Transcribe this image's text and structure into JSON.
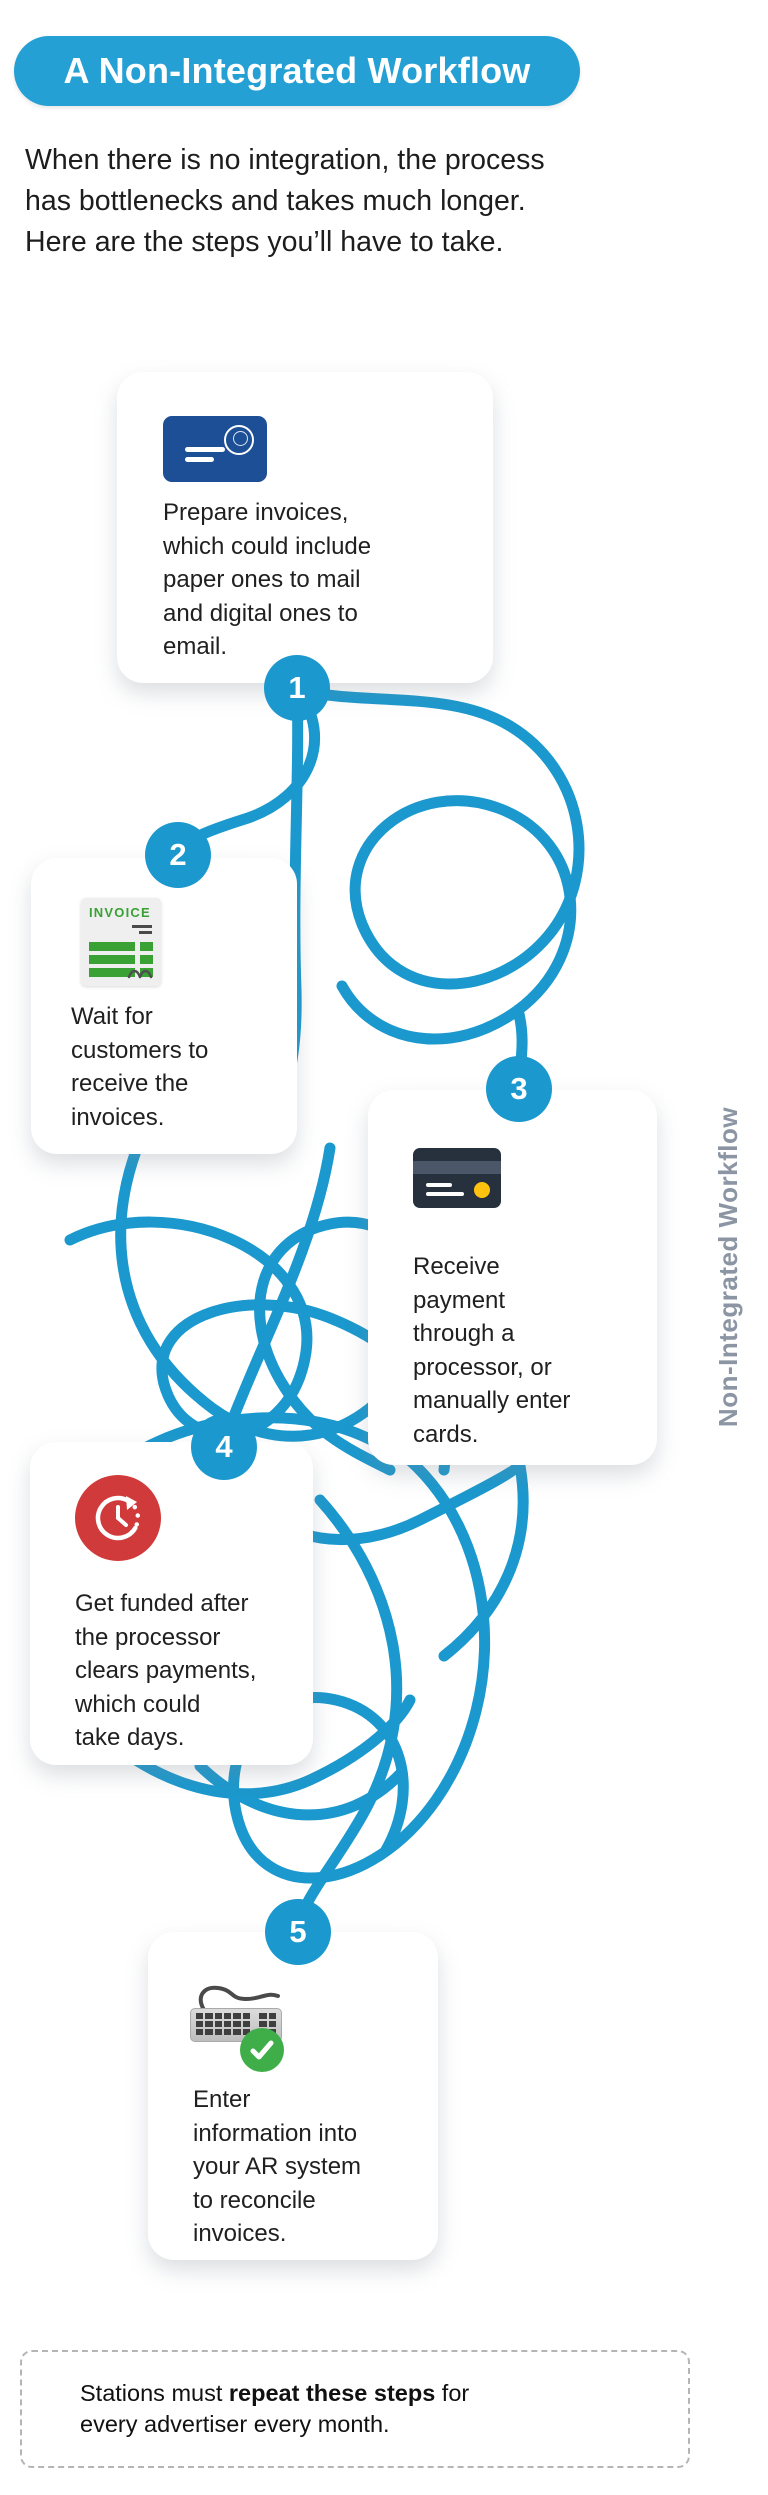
{
  "header": {
    "pill_label": "A Non-Integrated Workflow"
  },
  "intro": {
    "lines": [
      "When there is no integration, the process",
      "has bottlenecks and takes much longer.",
      "Here are the steps you’ll have to take."
    ]
  },
  "side_label": {
    "text": "Non-Integrated Workflow"
  },
  "workflow": {
    "steps": [
      {
        "number": "1",
        "icon": "envelope-icon",
        "lines": [
          "Prepare invoices,",
          "which could include",
          "paper ones to mail",
          "and digital ones to",
          "email."
        ]
      },
      {
        "number": "2",
        "icon": "invoice-document-icon",
        "invoice_label": "INVOICE",
        "lines": [
          "Wait for",
          "customers to",
          "receive the",
          "invoices."
        ]
      },
      {
        "number": "3",
        "icon": "credit-card-icon",
        "lines": [
          "Receive",
          "payment",
          "through a",
          "processor, or",
          "manually enter",
          "cards."
        ]
      },
      {
        "number": "4",
        "icon": "clock-history-icon",
        "lines": [
          "Get funded after",
          "the processor",
          "clears payments,",
          "which could",
          "take days."
        ]
      },
      {
        "number": "5",
        "icon": "keyboard-check-icon",
        "lines": [
          "Enter",
          "information into",
          "your AR system",
          "to reconcile",
          "invoices."
        ]
      }
    ]
  },
  "note": {
    "prefix": "Stations must ",
    "bold": "repeat these steps",
    "suffix": " for every advertiser every month."
  },
  "colors": {
    "primary_blue": "#1b98cd",
    "pill_blue": "#25a0d4",
    "envelope_navy": "#1d4f96",
    "credit_card_navy": "#27303d",
    "credit_card_stripe": "#4b5768",
    "credit_card_yellow": "#ffc20e",
    "clock_red": "#d03a3a",
    "invoice_green": "#3aa135",
    "check_green": "#3fae49",
    "side_label_gray": "#8b95a3"
  }
}
